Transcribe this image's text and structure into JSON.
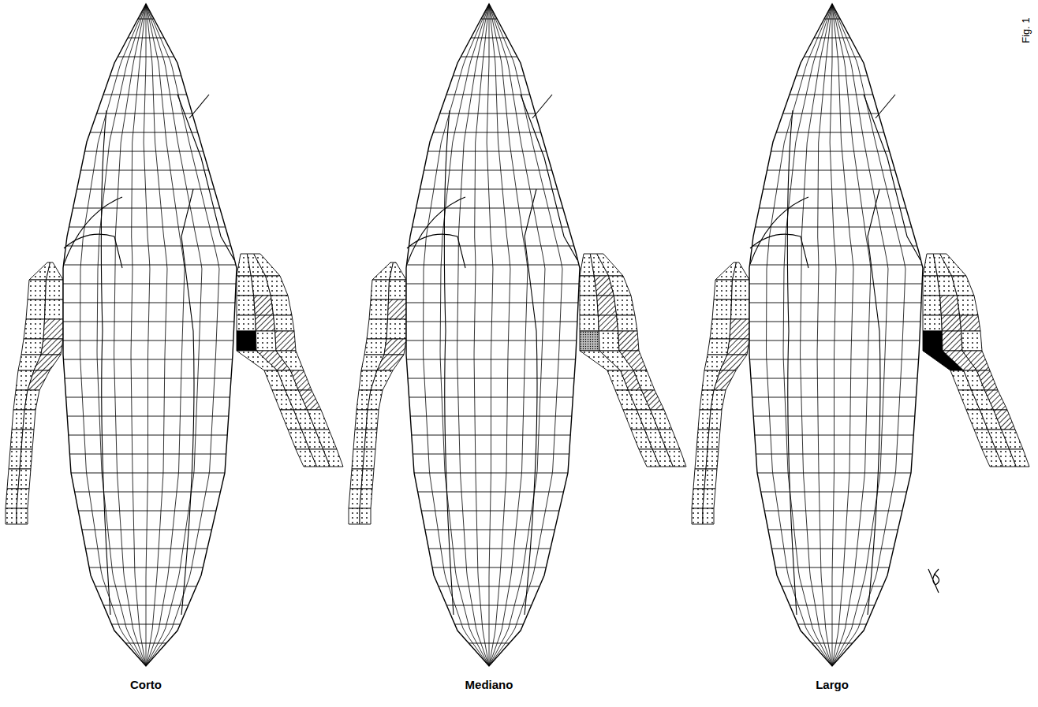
{
  "diagram": {
    "labels": [
      "Corto",
      "Mediano",
      "Largo",
      "Fig. 1"
    ]
  }
}
